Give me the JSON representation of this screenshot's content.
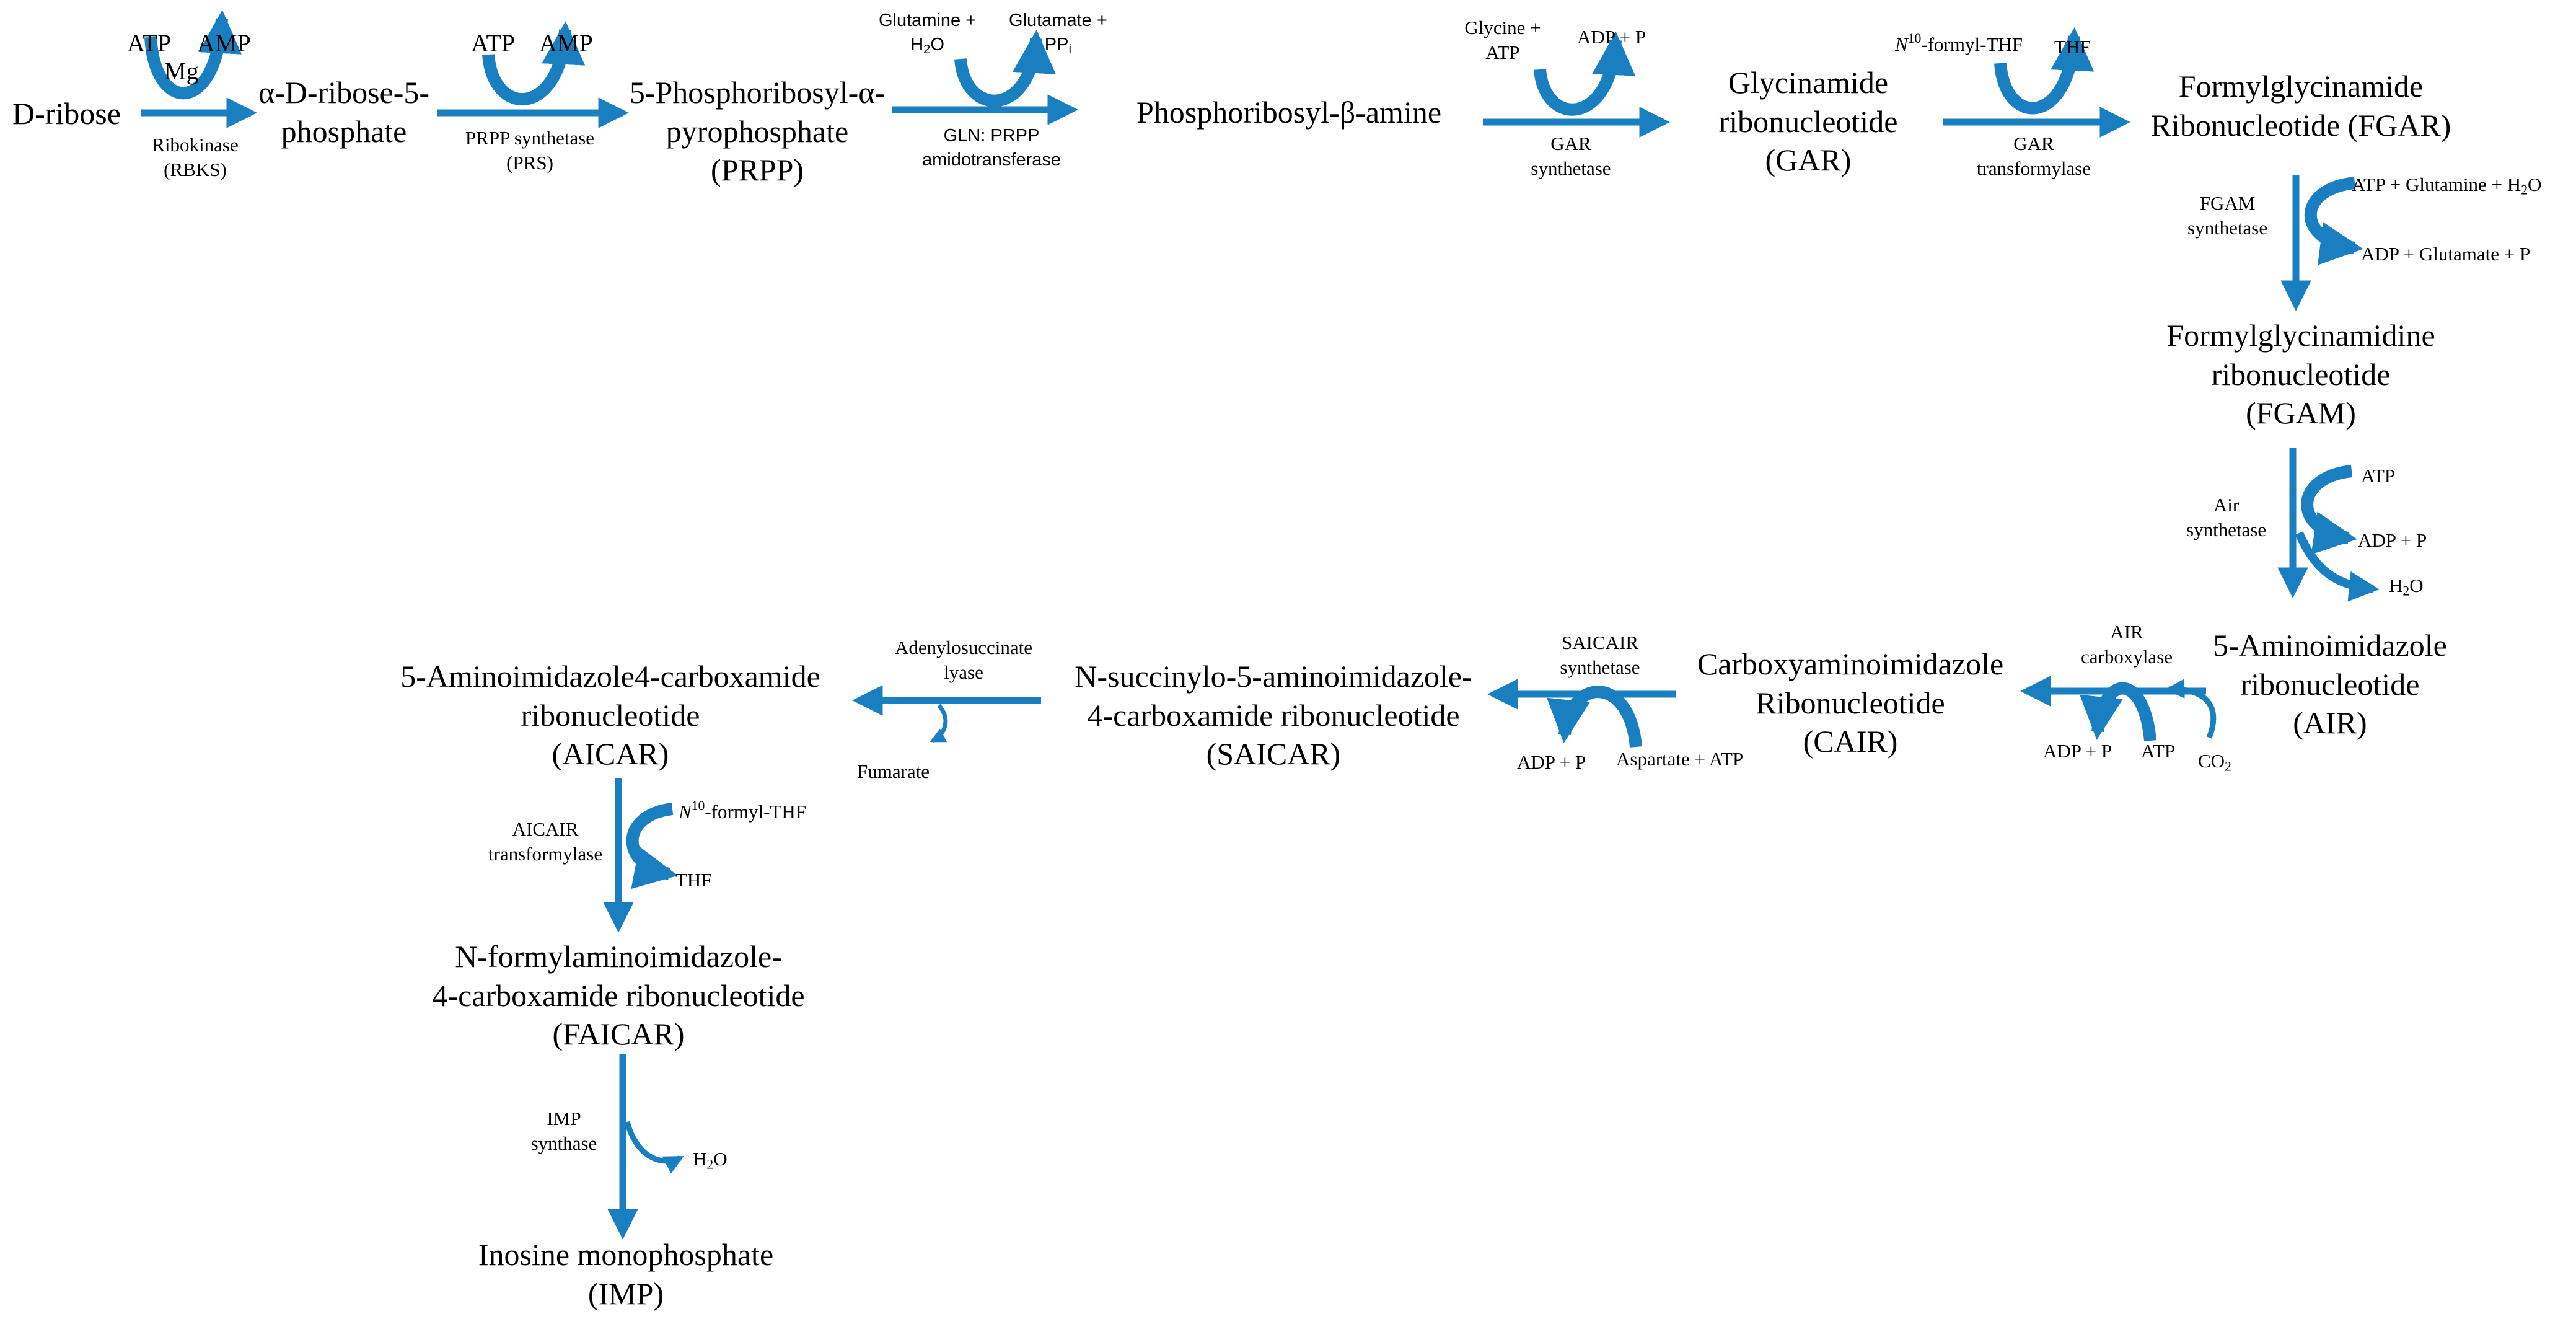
{
  "colors": {
    "arrow": "#1a7fc1",
    "text": "#000000"
  },
  "metabolites": {
    "d_ribose": "D-ribose",
    "r5p": [
      "α-D-ribose-5-",
      "phosphate"
    ],
    "prpp": [
      "5-Phosphoribosyl-α-",
      "pyrophosphate",
      "(PRPP)"
    ],
    "pra": "Phosphoribosyl-β-amine",
    "gar": [
      "Glycinamide",
      "ribonucleotide",
      "(GAR)"
    ],
    "fgar": [
      "Formylglycinamide",
      "Ribonucleotide (FGAR)"
    ],
    "fgam": [
      "Formylglycinamidine",
      "ribonucleotide",
      "(FGAM)"
    ],
    "air": [
      "5-Aminoimidazole",
      "ribonucleotide",
      "(AIR)"
    ],
    "cair": [
      "Carboxyaminoimidazole",
      "Ribonucleotide",
      "(CAIR)"
    ],
    "saicar": [
      "N-succinylo-5-aminoimidazole-",
      "4-carboxamide ribonucleotide",
      "(SAICAR)"
    ],
    "aicar": [
      "5-Aminoimidazole4-carboxamide",
      "ribonucleotide",
      "(AICAR)"
    ],
    "faicar": [
      "N-formylaminoimidazole-",
      "4-carboxamide ribonucleotide",
      "(FAICAR)"
    ],
    "imp": [
      "Inosine monophosphate",
      "(IMP)"
    ]
  },
  "steps": {
    "ribokinase": {
      "enzyme": [
        "Ribokinase",
        "(RBKS)"
      ],
      "in": "ATP",
      "cofactor": "Mg",
      "out": "AMP"
    },
    "prs": {
      "enzyme": [
        "PRPP synthetase",
        "(PRS)"
      ],
      "in": "ATP",
      "out": "AMP"
    },
    "gln_prpp": {
      "enzyme": [
        "GLN: PRPP",
        "amidotransferase"
      ],
      "in": [
        "Glutamine +",
        "H",
        "2",
        "O"
      ],
      "out": [
        "Glutamate +",
        "PP",
        "i"
      ]
    },
    "gar_syn": {
      "enzyme": [
        "GAR",
        "synthetase"
      ],
      "in": [
        "Glycine +",
        "ATP"
      ],
      "out": "ADP + P"
    },
    "gar_tf": {
      "enzyme": [
        "GAR",
        "transformylase"
      ],
      "in": [
        "N",
        "10",
        "-formyl-THF"
      ],
      "out": "THF"
    },
    "fgam_syn": {
      "enzyme": [
        "FGAM",
        "synthetase"
      ],
      "in": [
        "ATP + Glutamine + H",
        "2",
        "O"
      ],
      "out": "ADP + Glutamate + P"
    },
    "air_syn": {
      "enzyme": [
        "Air",
        "synthetase"
      ],
      "in": "ATP",
      "out1": "ADP + P",
      "out2": [
        "H",
        "2",
        "O"
      ]
    },
    "air_carb": {
      "enzyme": [
        "AIR",
        "carboxylase"
      ],
      "out": "ADP + P",
      "in1": "ATP",
      "in2": [
        "CO",
        "2"
      ]
    },
    "saicair_syn": {
      "enzyme": [
        "SAICAIR",
        "synthetase"
      ],
      "out": "ADP + P",
      "in": "Aspartate + ATP"
    },
    "adsl": {
      "enzyme": [
        "Adenylosuccinate",
        "lyase"
      ],
      "out": "Fumarate"
    },
    "aicair_tf": {
      "enzyme": [
        "AICAIR",
        "transformylase"
      ],
      "in": [
        "N",
        "10",
        "-formyl-THF"
      ],
      "out": "THF"
    },
    "imp_syn": {
      "enzyme": [
        "IMP",
        "synthase"
      ],
      "out": [
        "H",
        "2",
        "O"
      ]
    }
  }
}
